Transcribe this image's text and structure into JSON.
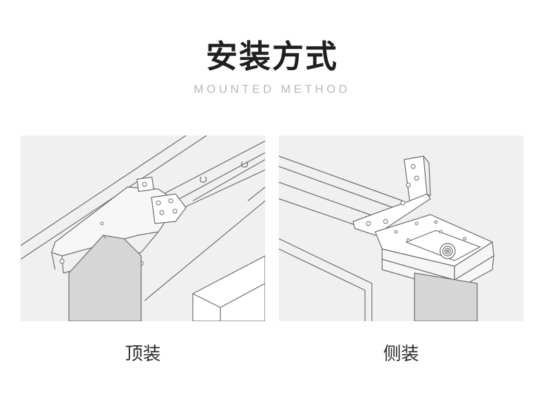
{
  "header": {
    "title": "安装方式",
    "subtitle": "MOUNTED METHOD"
  },
  "methods": [
    {
      "caption": "顶装",
      "illustration": "top-mount"
    },
    {
      "caption": "侧装",
      "illustration": "side-mount"
    }
  ],
  "colors": {
    "panel_bg": "#f0f0f0",
    "line": "#6a6a6a",
    "post": "#d6d6d6",
    "title": "#1f1f1f",
    "subtitle": "#b8b8b8"
  }
}
